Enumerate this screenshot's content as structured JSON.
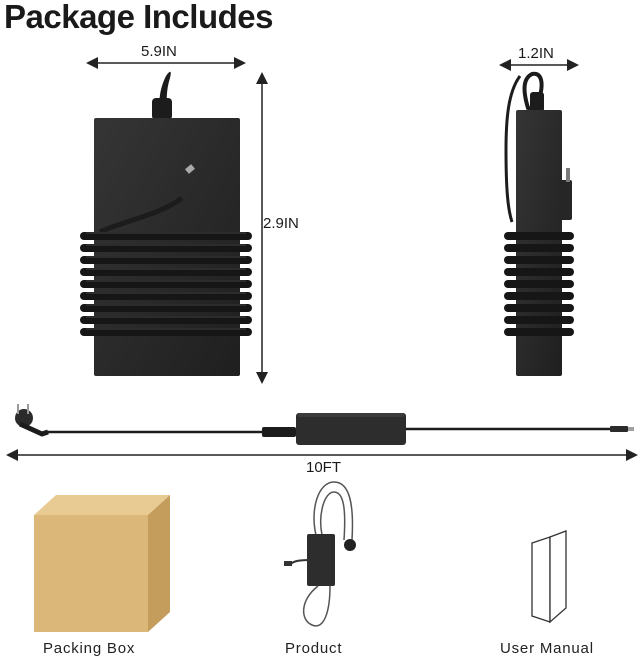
{
  "title": "Package Includes",
  "dimensions": {
    "width": "5.9IN",
    "depth": "1.2IN",
    "height": "2.9IN",
    "cable_length": "10FT"
  },
  "items": {
    "box": "Packing Box",
    "product": "Product",
    "manual": "User Manual"
  },
  "colors": {
    "adapter": "#2a2a2a",
    "cable": "#1c1c1c",
    "box_front": "#dcb77a",
    "box_side": "#c49c5c",
    "box_top": "#e8cb93"
  }
}
